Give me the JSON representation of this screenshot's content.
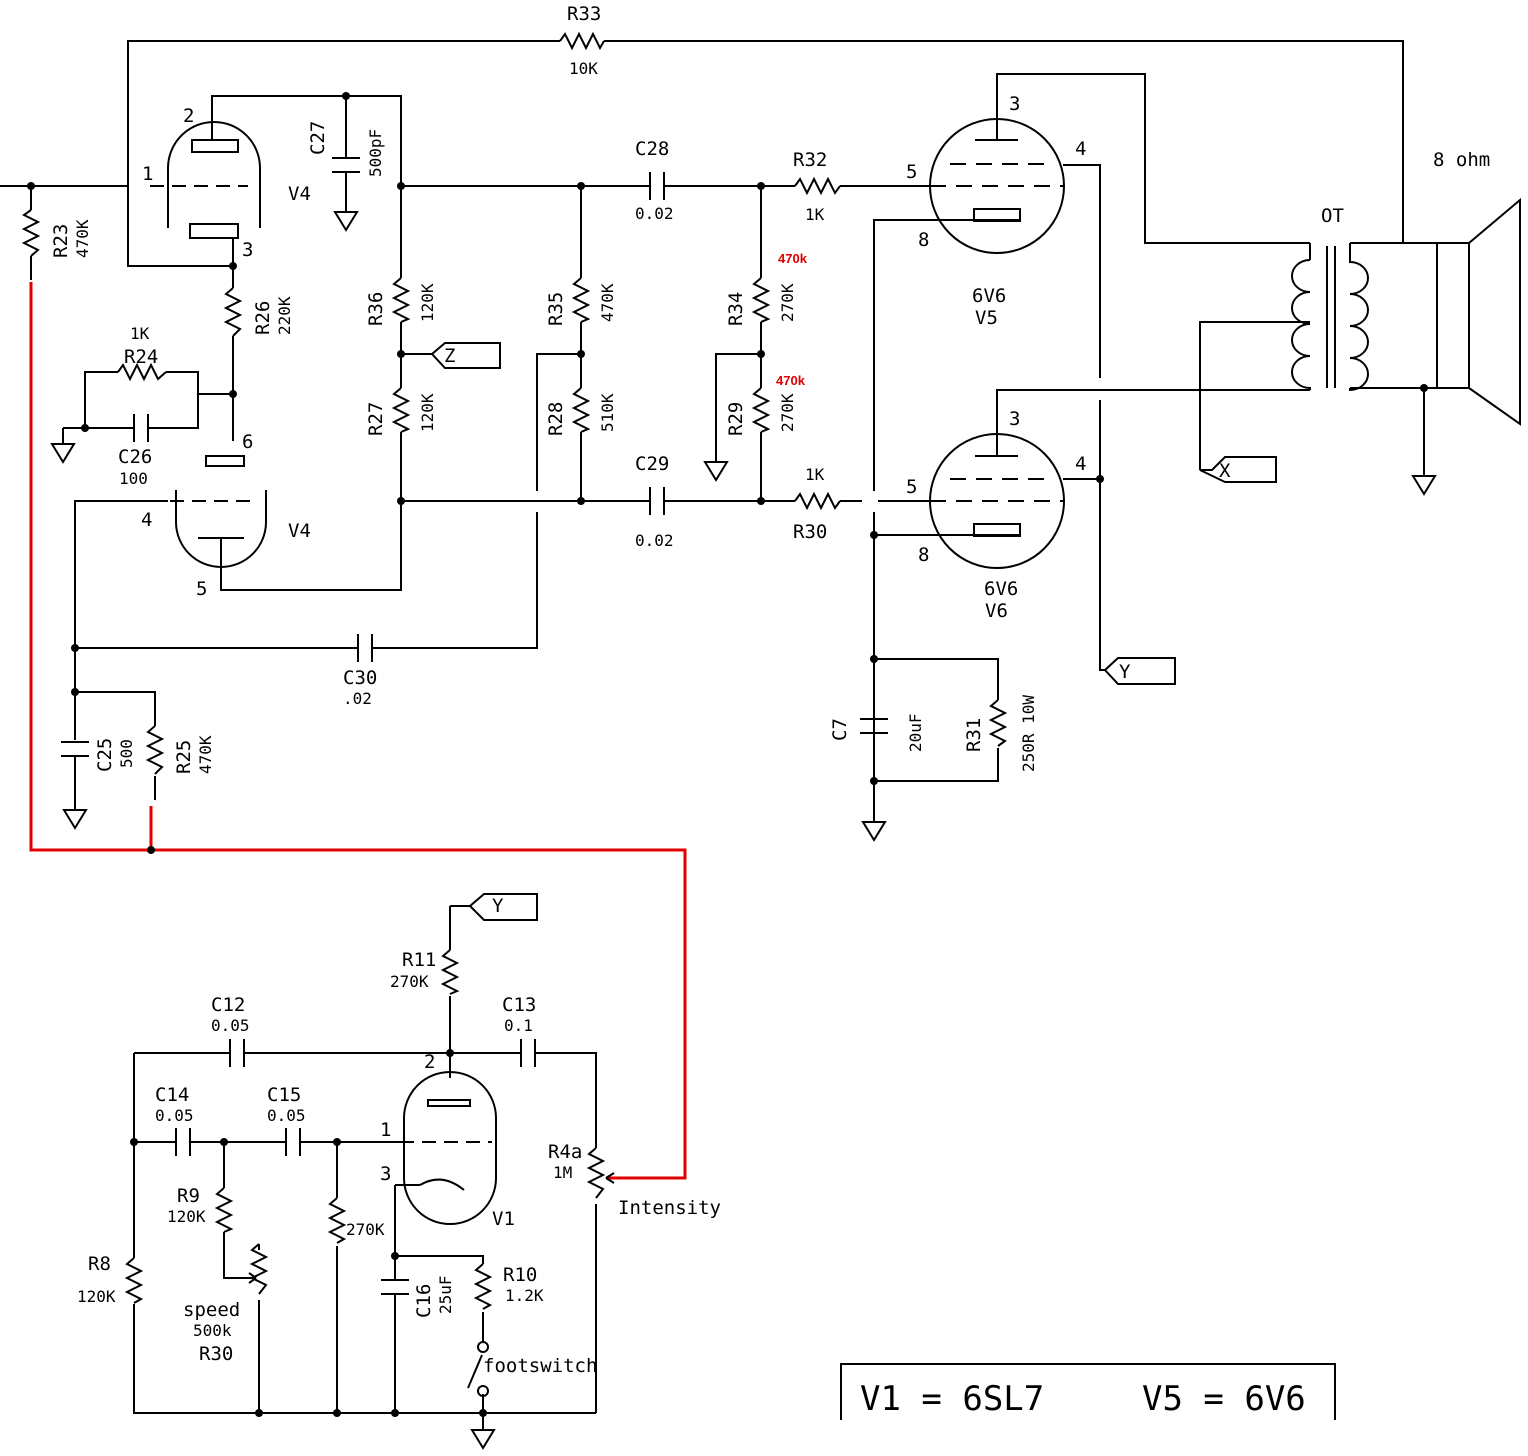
{
  "components": {
    "R33": {
      "name": "R33",
      "value": "10K"
    },
    "R23": {
      "name": "R23",
      "value": "470K"
    },
    "R26": {
      "name": "R26",
      "value": "220K"
    },
    "R24": {
      "name": "R24",
      "value": "1K"
    },
    "C26": {
      "name": "C26",
      "value": "100"
    },
    "C27": {
      "name": "C27",
      "value": "500pF"
    },
    "R36": {
      "name": "R36",
      "value": "120K"
    },
    "R27": {
      "name": "R27",
      "value": "120K"
    },
    "R35": {
      "name": "R35",
      "value": "470K"
    },
    "R28": {
      "name": "R28",
      "value": "510K"
    },
    "C28": {
      "name": "C28",
      "value": "0.02"
    },
    "C29": {
      "name": "C29",
      "value": "0.02"
    },
    "R32": {
      "name": "R32",
      "value": "1K"
    },
    "R30a": {
      "name": "R30",
      "value": "1K"
    },
    "R34": {
      "name": "R34",
      "value": "270K",
      "note": "470k"
    },
    "R29": {
      "name": "R29",
      "value": "270K",
      "note": "470k"
    },
    "C30": {
      "name": "C30",
      "value": ".02"
    },
    "C25": {
      "name": "C25",
      "value": "500"
    },
    "R25": {
      "name": "R25",
      "value": "470K"
    },
    "C7": {
      "name": "C7",
      "value": "20uF"
    },
    "R31": {
      "name": "R31",
      "value": "250R 10W"
    },
    "R11": {
      "name": "R11",
      "value": "270K"
    },
    "C12": {
      "name": "C12",
      "value": "0.05"
    },
    "C13": {
      "name": "C13",
      "value": "0.1"
    },
    "C14": {
      "name": "C14",
      "value": "0.05"
    },
    "C15": {
      "name": "C15",
      "value": "0.05"
    },
    "R9": {
      "name": "R9",
      "value": "120K"
    },
    "R8": {
      "name": "R8",
      "value": "120K"
    },
    "Rgrid": {
      "value": "270K"
    },
    "R4a": {
      "name": "R4a",
      "value": "1M",
      "function": "Intensity"
    },
    "C16": {
      "name": "C16",
      "value": "25uF"
    },
    "R10": {
      "name": "R10",
      "value": "1.2K"
    },
    "speed": {
      "function": "speed",
      "value": "500k",
      "name": "R30"
    }
  },
  "tubes": {
    "V4": "V4",
    "V5": {
      "type": "6V6",
      "name": "V5"
    },
    "V6": {
      "type": "6V6",
      "name": "V6"
    },
    "V1": "V1"
  },
  "pins": {
    "p1": "1",
    "p2": "2",
    "p3": "3",
    "p4": "4",
    "p5": "5",
    "p6": "6",
    "p8": "8"
  },
  "connectors": {
    "Z": "Z",
    "X": "X",
    "Y": "Y"
  },
  "transformer": "OT",
  "speaker": "8 ohm",
  "switch": "footswitch",
  "legend": {
    "v1": "V1 = 6SL7",
    "v5": "V5 = 6V6"
  }
}
